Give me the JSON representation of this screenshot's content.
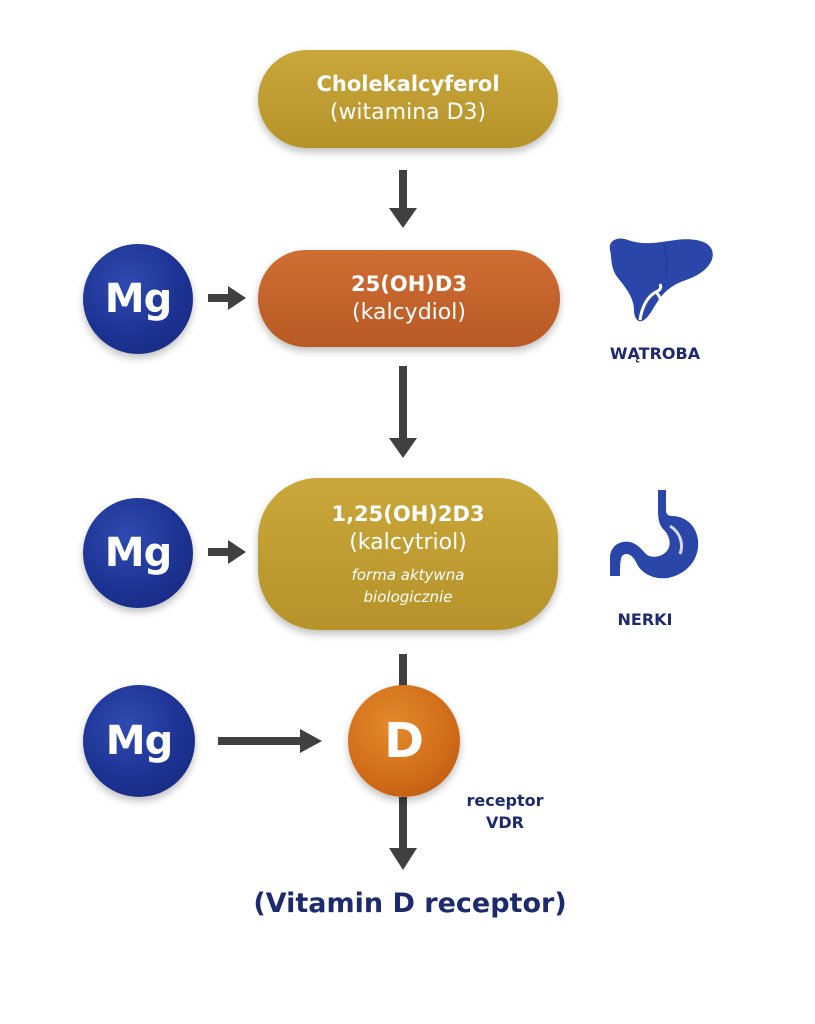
{
  "nodes": {
    "cholecalciferol": {
      "title": "Cholekalcyferol",
      "subtitle": "(witamina D3)"
    },
    "calcidiol": {
      "title": "25(OH)D3",
      "subtitle": "(kalcydiol)"
    },
    "calcitriol": {
      "title": "1,25(OH)2D3",
      "subtitle": "(kalcytriol)",
      "note_line1": "forma aktywna",
      "note_line2": "biologicznie"
    },
    "receptor_circle": {
      "letter": "D"
    }
  },
  "magnesium": {
    "label": "Mg"
  },
  "organs": {
    "liver": {
      "label": "WĄTROBA",
      "icon": "liver-icon"
    },
    "kidney": {
      "label": "NERKI",
      "icon": "stomach-icon"
    }
  },
  "receptor": {
    "line1": "receptor",
    "line2": "VDR",
    "full_name": "(Vitamin D receptor)"
  },
  "colors": {
    "gold": "#c1a032",
    "copper": "#c4642b",
    "navy": "#1d3393",
    "orange": "#d06b18",
    "arrow": "#404040",
    "label": "#1d2a6b"
  }
}
